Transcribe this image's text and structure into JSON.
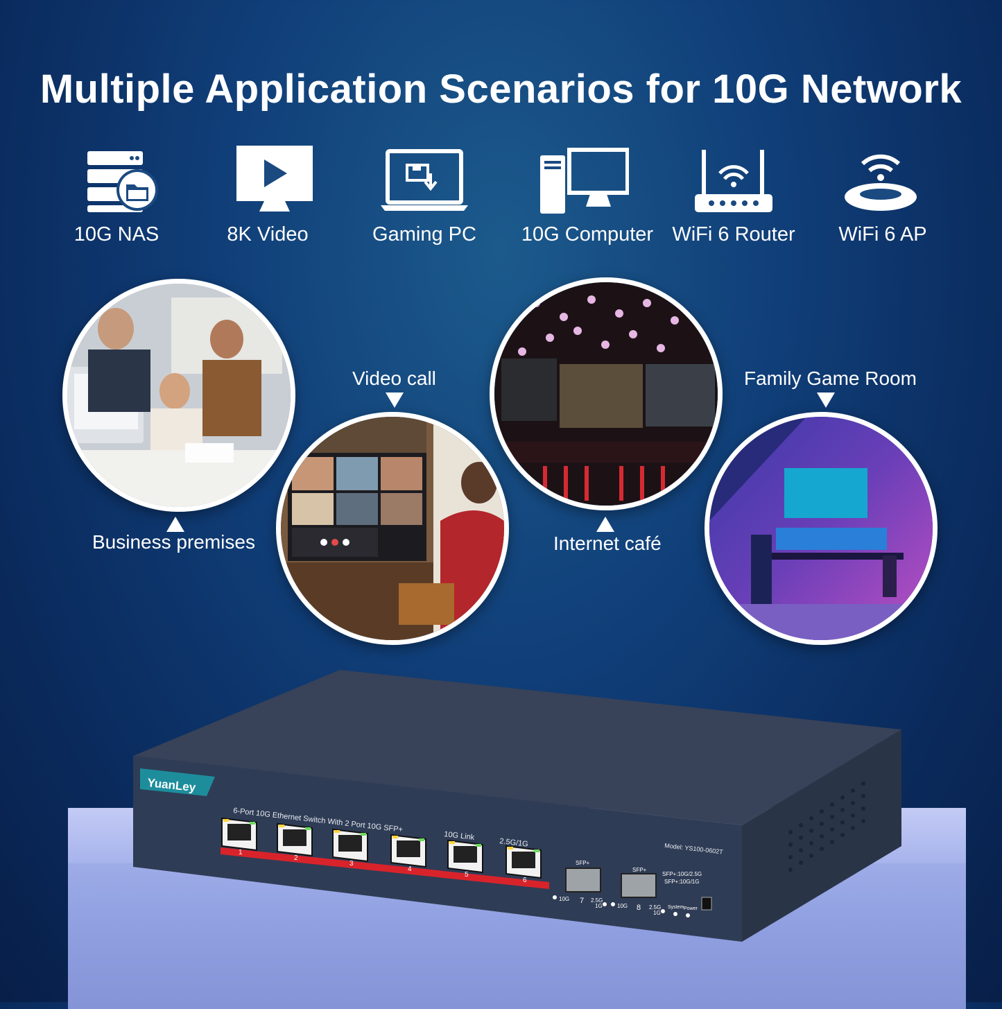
{
  "headline": "Multiple Application Scenarios for 10G Network",
  "icons": [
    {
      "label": "10G NAS",
      "icon": "nas-icon"
    },
    {
      "label": "8K Video",
      "icon": "video-play-icon"
    },
    {
      "label": "Gaming PC",
      "icon": "gaming-pc-icon"
    },
    {
      "label": "10G Computer",
      "icon": "desktop-computer-icon"
    },
    {
      "label": "WiFi 6 Router",
      "icon": "wifi-router-icon"
    },
    {
      "label": "WiFi 6 AP",
      "icon": "wifi-access-point-icon"
    }
  ],
  "scenes": {
    "business": "Business premises",
    "video_call": "Video call",
    "internet_cafe": "Internet café",
    "game_room": "Family Game Room"
  },
  "switch": {
    "brand": "YuanLey",
    "front_title": "6-Port 10G Ethernet Switch With 2 Port 10G SFP+",
    "led_10g_link": "10G Link",
    "led_2_5g_1g": "2.5G/1G",
    "model": "Model: YS100-0602T",
    "port_numbers": [
      "1",
      "2",
      "3",
      "4",
      "5",
      "6"
    ],
    "sfp_label": "SFP+",
    "sfp_numbers": [
      "7",
      "8"
    ],
    "sfp_led_10g": "10G",
    "sfp_led_25g": "2.5G",
    "sfp_led_1g": "1G",
    "dip_line1": "SFP+:10G/2.5G",
    "dip_line2": "SFP+:10G/1G",
    "system": "System",
    "power": "Power"
  },
  "colors": {
    "background": "#0f3a72",
    "switch_body": "#2f3c55",
    "port_bar": "#d9232b",
    "brand_badge": "#1d8d9c"
  }
}
